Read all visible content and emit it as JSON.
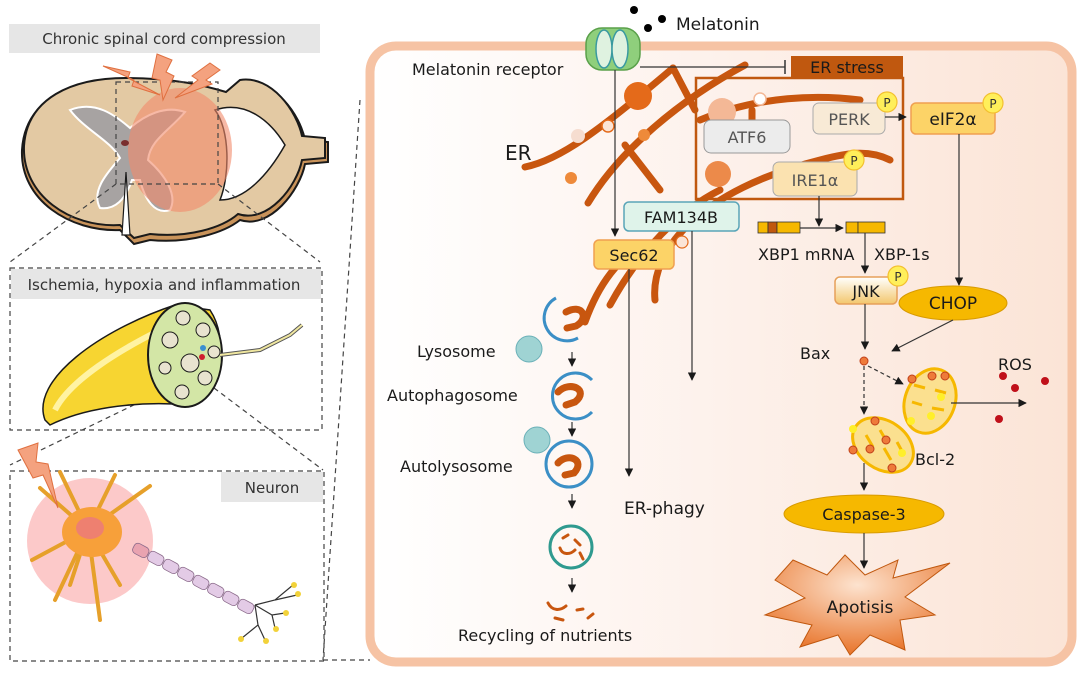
{
  "left_panels": {
    "compression": {
      "label": "Chronic spinal cord compression"
    },
    "ischemia": {
      "label": "Ischemia, hypoxia and inflammation"
    },
    "neuron": {
      "label": "Neuron"
    }
  },
  "pathway": {
    "ligand": "Melatonin",
    "receptor": "Melatonin receptor",
    "er_stress": "ER stress",
    "er": "ER",
    "nodes": {
      "atf6": "ATF6",
      "perk": "PERK",
      "ire1a": "IRE1α",
      "eif2a": "eIF2α",
      "fam134b": "FAM134B",
      "sec62": "Sec62",
      "xbp1_mrna": "XBP1 mRNA",
      "xbp1s": "XBP-1s",
      "jnk": "JNK",
      "chop": "CHOP",
      "bax": "Bax",
      "ros": "ROS",
      "bcl2": "Bcl-2",
      "caspase3": "Caspase-3",
      "apoptosis": "Apotisis"
    },
    "phospho_label": "P",
    "autophagy": {
      "lysosome": "Lysosome",
      "autophagosome": "Autophagosome",
      "autolysosome": "Autolysosome",
      "er_phagy": "ER-phagy",
      "recycling": "Recycling of nutrients"
    }
  },
  "colors": {
    "cell_border": "#f6c3a4",
    "er": "#c8560f",
    "er_stress_box": "#c0580f",
    "node_yellow": "#fcd367",
    "node_orange_border": "#f0a050",
    "fam134b_fill": "#dff3ea",
    "fam134b_border": "#5aa5b8",
    "phospho": "#ffef5a",
    "chop": "#f6b800",
    "apoptosis": "#e8742a",
    "membrane_blue": "#3b8fc6",
    "lysosome": "#8ccfcf",
    "ros": "#c0101a"
  }
}
